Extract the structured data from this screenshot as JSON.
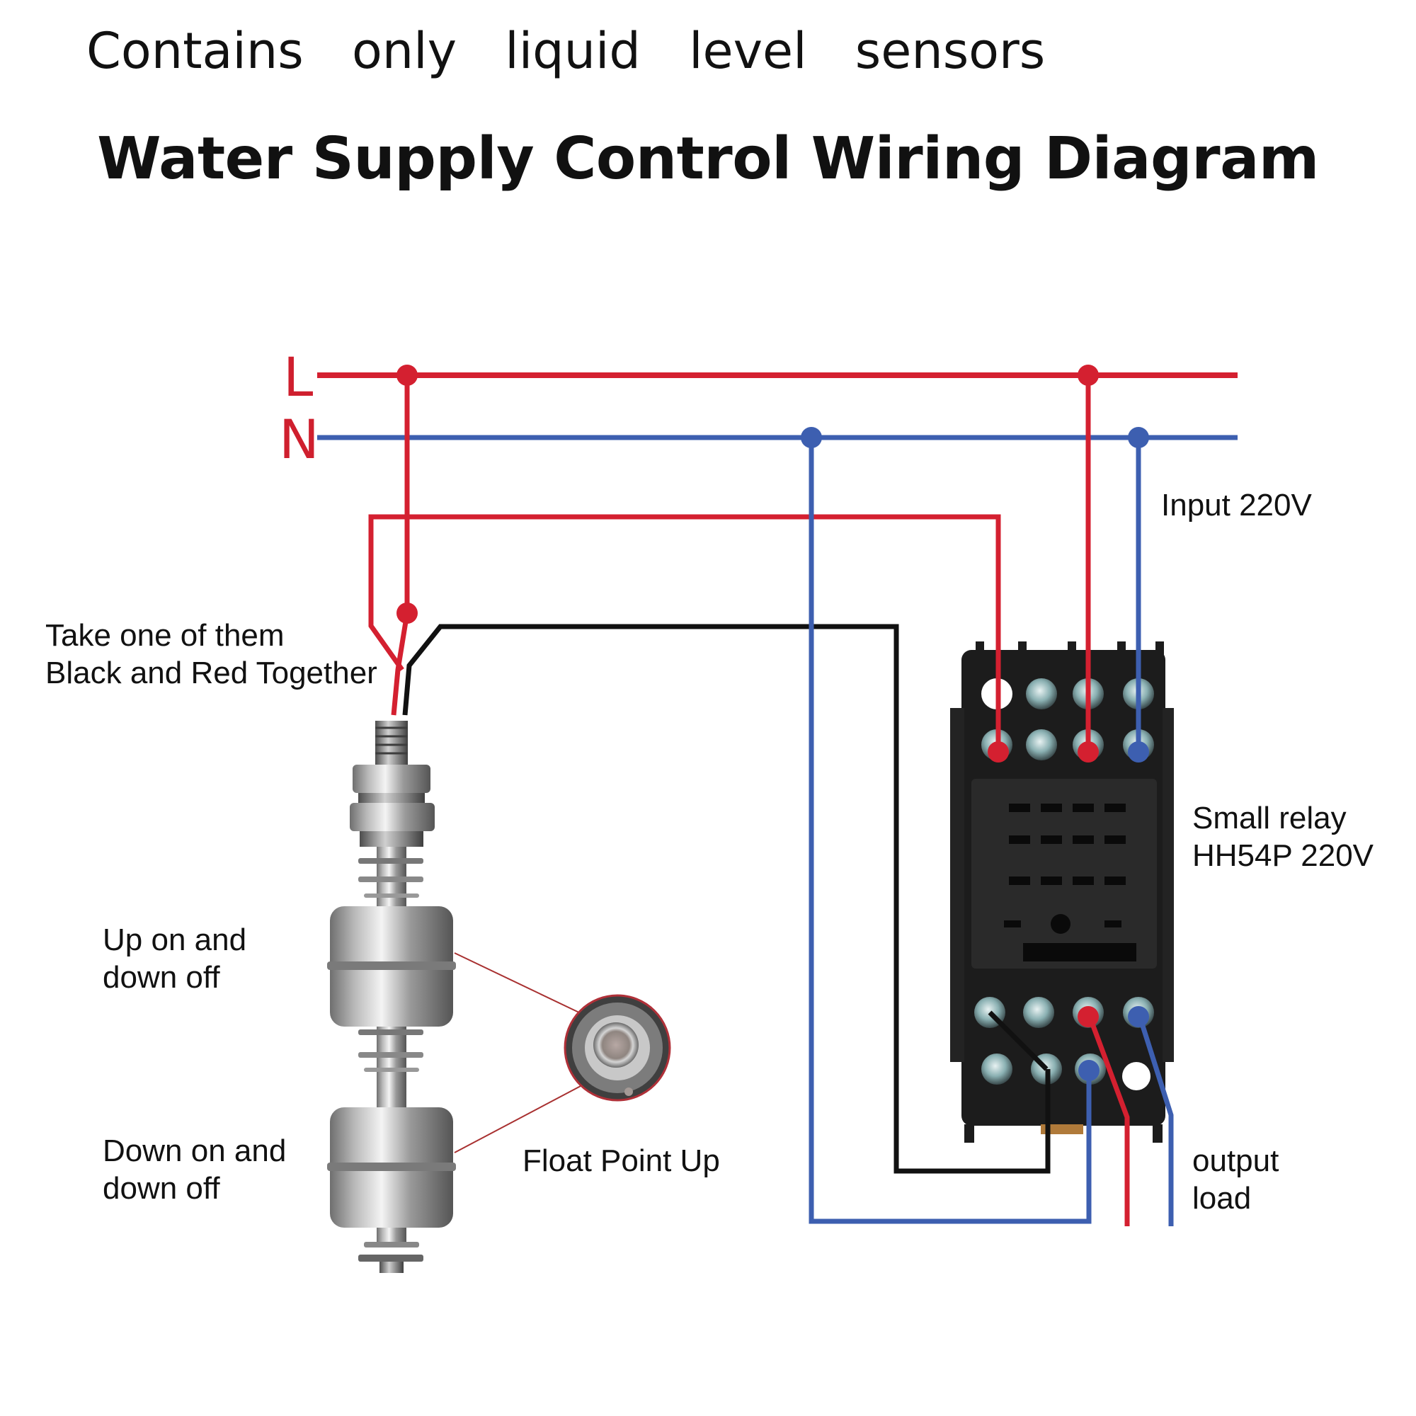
{
  "header": {
    "note": "Contains only liquid level sensors",
    "title": "Water Supply Control Wiring Diagram"
  },
  "buses": {
    "live_label": "L",
    "neutral_label": "N"
  },
  "colors": {
    "live": "#d42030",
    "neutral": "#3d5fb0",
    "signal": "#111111",
    "annotation_line": "#a83030"
  },
  "labels": {
    "input": "Input 220V",
    "sensor_wiring": [
      "Take one of them",
      "Black and Red Together"
    ],
    "relay": [
      "Small relay",
      "HH54P 220V"
    ],
    "float_up": [
      "Up on and",
      "down off"
    ],
    "float_down": [
      "Down on and",
      "down off"
    ],
    "float_point": "Float Point Up",
    "output": [
      "output",
      "load"
    ]
  }
}
